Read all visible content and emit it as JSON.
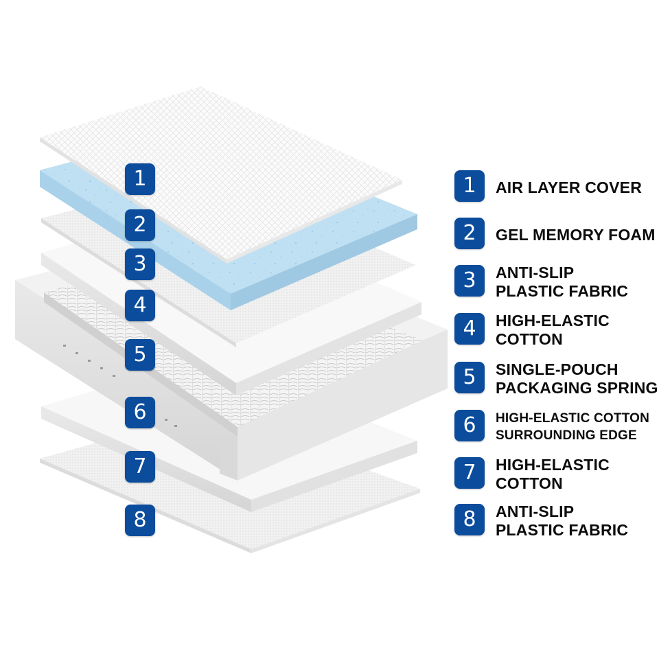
{
  "theme": {
    "badge_color": "#0b4c9c",
    "gel_color": "#bfe0f2",
    "label_color": "#0c0c0c"
  },
  "layers": [
    {
      "number": "1",
      "lines": [
        "AIR LAYER COVER"
      ]
    },
    {
      "number": "2",
      "lines": [
        "GEL MEMORY FOAM"
      ]
    },
    {
      "number": "3",
      "lines": [
        "ANTI-SLIP",
        "PLASTIC FABRIC"
      ]
    },
    {
      "number": "4",
      "lines": [
        "HIGH-ELASTIC",
        "COTTON"
      ]
    },
    {
      "number": "5",
      "lines": [
        "SINGLE-POUCH",
        "PACKAGING SPRING"
      ]
    },
    {
      "number": "6",
      "lines": [
        "HIGH-ELASTIC COTTON",
        "SURROUNDING EDGE"
      ]
    },
    {
      "number": "7",
      "lines": [
        "HIGH-ELASTIC",
        "COTTON"
      ]
    },
    {
      "number": "8",
      "lines": [
        "ANTI-SLIP",
        "PLASTIC FABRIC"
      ]
    }
  ]
}
